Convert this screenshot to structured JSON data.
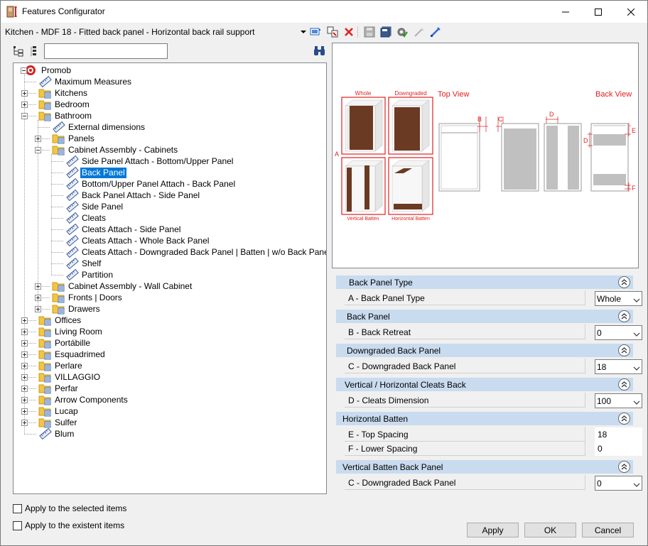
{
  "window": {
    "title": "Features Configurator",
    "context_label": "Kitchen - MDF 18 - Fitted back panel - Horizontal back rail support"
  },
  "search": {
    "value": ""
  },
  "tree": [
    {
      "label": "Promob",
      "icon": "promob-logo-icon",
      "level": 0,
      "expander": "minus"
    },
    {
      "label": "Maximum Measures",
      "icon": "ruler-icon",
      "level": 1
    },
    {
      "label": "Kitchens",
      "icon": "folder-icon",
      "level": 1,
      "expander": "plus"
    },
    {
      "label": "Bedroom",
      "icon": "folder-icon",
      "level": 1,
      "expander": "plus"
    },
    {
      "label": "Bathroom",
      "icon": "folder-icon",
      "level": 1,
      "expander": "minus"
    },
    {
      "label": "External dimensions",
      "icon": "ruler-icon",
      "level": 2
    },
    {
      "label": "Panels",
      "icon": "folder-icon",
      "level": 2,
      "expander": "plus"
    },
    {
      "label": "Cabinet Assembly - Cabinets",
      "icon": "folder-icon",
      "level": 2,
      "expander": "minus"
    },
    {
      "label": "Side Panel Attach - Bottom/Upper Panel",
      "icon": "ruler-icon",
      "level": 3
    },
    {
      "label": "Back Panel",
      "icon": "ruler-icon",
      "level": 3,
      "selected": true
    },
    {
      "label": " Bottom/Upper Panel Attach - Back Panel",
      "icon": "ruler-icon",
      "level": 3
    },
    {
      "label": "Back Panel Attach - Side Panel",
      "icon": "ruler-icon",
      "level": 3
    },
    {
      "label": "Side Panel",
      "icon": "ruler-icon",
      "level": 3
    },
    {
      "label": "Cleats",
      "icon": "ruler-icon",
      "level": 3
    },
    {
      "label": "Cleats Attach - Side Panel",
      "icon": "ruler-icon",
      "level": 3
    },
    {
      "label": "Cleats Attach - Whole Back Panel",
      "icon": "ruler-icon",
      "level": 3
    },
    {
      "label": "Cleats Attach - Downgraded Back Panel | Batten | w/o Back Panel",
      "icon": "ruler-icon",
      "level": 3
    },
    {
      "label": "Shelf",
      "icon": "ruler-icon",
      "level": 3
    },
    {
      "label": "Partition",
      "icon": "ruler-icon",
      "level": 3
    },
    {
      "label": "Cabinet Assembly - Wall Cabinet",
      "icon": "folder-icon",
      "level": 2,
      "expander": "plus"
    },
    {
      "label": "Fronts | Doors",
      "icon": "folder-icon",
      "level": 2,
      "expander": "plus"
    },
    {
      "label": "Drawers",
      "icon": "folder-icon",
      "level": 2,
      "expander": "plus"
    },
    {
      "label": "Offices",
      "icon": "folder-icon",
      "level": 1,
      "expander": "plus"
    },
    {
      "label": "Living Room",
      "icon": "folder-icon",
      "level": 1,
      "expander": "plus"
    },
    {
      "label": "Portábille",
      "icon": "folder-icon",
      "level": 1,
      "expander": "plus"
    },
    {
      "label": "Esquadrimed",
      "icon": "folder-icon",
      "level": 1,
      "expander": "plus"
    },
    {
      "label": "Perlare",
      "icon": "folder-icon",
      "level": 1,
      "expander": "plus"
    },
    {
      "label": "VILLAGGIO",
      "icon": "folder-icon",
      "level": 1,
      "expander": "plus"
    },
    {
      "label": "Perfar",
      "icon": "folder-icon",
      "level": 1,
      "expander": "plus"
    },
    {
      "label": "Arrow Components",
      "icon": "folder-icon",
      "level": 1,
      "expander": "plus"
    },
    {
      "label": "Lucap",
      "icon": "folder-icon",
      "level": 1,
      "expander": "plus"
    },
    {
      "label": "Sulfer",
      "icon": "folder-icon",
      "level": 1,
      "expander": "plus"
    },
    {
      "label": "Blum",
      "icon": "ruler-icon",
      "level": 1
    }
  ],
  "preview": {
    "labels": {
      "whole": "Whole",
      "downgraded": "Downgraded",
      "vertical_batten": "Vertical Batten",
      "horizontal_batten": "Horizontal Batten",
      "top_view": "Top View",
      "back_view": "Back View",
      "a": "A",
      "b": "B",
      "c": "C",
      "d": "D",
      "d2": "D",
      "e": "E",
      "f": "F"
    }
  },
  "properties": [
    {
      "section": "Back Panel Type",
      "rows": [
        {
          "label": "A - Back Panel Type",
          "value": "Whole",
          "type": "combo"
        }
      ]
    },
    {
      "section": "Back Panel",
      "rows": [
        {
          "label": "B - Back Retreat",
          "value": "0",
          "type": "combo"
        }
      ]
    },
    {
      "section": "Downgraded  Back Panel",
      "rows": [
        {
          "label": "C - Downgraded Back Panel",
          "value": "18",
          "type": "combo"
        }
      ]
    },
    {
      "section": "Vertical / Horizontal Cleats Back",
      "rows": [
        {
          "label": "D - Cleats Dimension",
          "value": "100",
          "type": "combo"
        }
      ]
    },
    {
      "section": "Horizontal Batten",
      "rows": [
        {
          "label": "E - Top Spacing",
          "value": "18",
          "type": "text"
        },
        {
          "label": "F - Lower Spacing",
          "value": "0",
          "type": "text"
        }
      ]
    },
    {
      "section": "Vertical Batten Back Panel",
      "rows": [
        {
          "label": "C - Downgraded Back Panel",
          "value": "0",
          "type": "combo"
        }
      ]
    }
  ],
  "options": {
    "apply_selected": "Apply to the selected items",
    "apply_existent": "Apply to the existent items"
  },
  "buttons": {
    "apply": "Apply",
    "ok": "OK",
    "cancel": "Cancel"
  },
  "colors": {
    "accent_red": "#e02020",
    "selection_blue": "#0078d7",
    "section_header": "#c9dbef",
    "wood": "#6b3a22"
  }
}
